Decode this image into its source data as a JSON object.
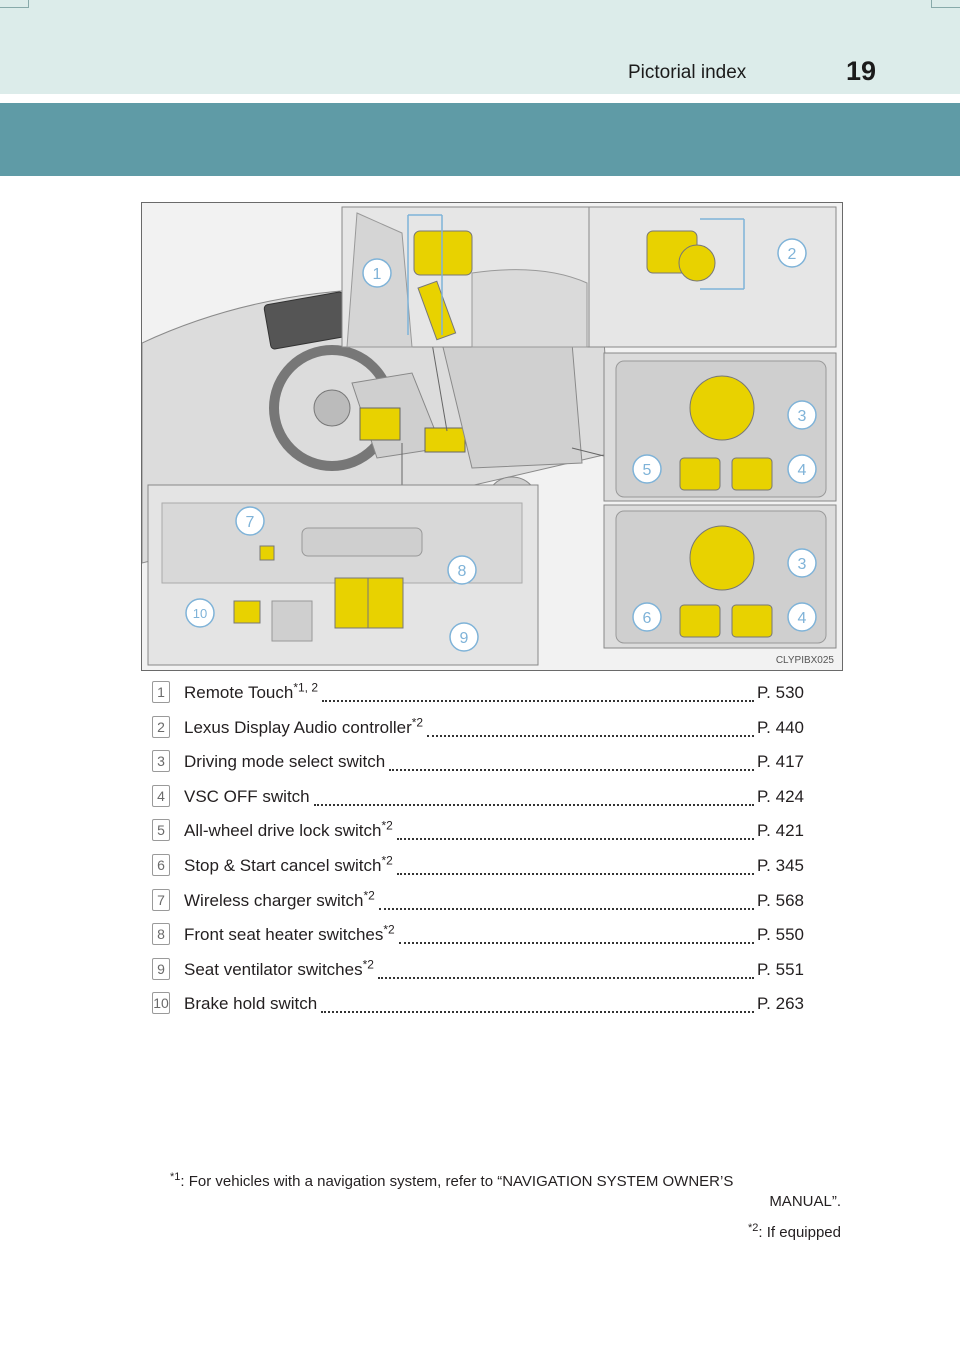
{
  "header": {
    "title": "Pictorial index",
    "page_number": "19"
  },
  "figure": {
    "code": "CLYPIBX025",
    "callouts": [
      "1",
      "2",
      "3",
      "4",
      "5",
      "3",
      "6",
      "4",
      "7",
      "8",
      "10",
      "9"
    ]
  },
  "index_items": [
    {
      "num": "1",
      "label": "Remote Touch",
      "note": "*1, 2",
      "page": "P. 530"
    },
    {
      "num": "2",
      "label": "Lexus Display Audio controller",
      "note": "*2",
      "page": "P. 440"
    },
    {
      "num": "3",
      "label": "Driving mode select switch",
      "note": "",
      "page": "P. 417"
    },
    {
      "num": "4",
      "label": "VSC OFF switch",
      "note": "",
      "page": "P. 424"
    },
    {
      "num": "5",
      "label": "All-wheel drive lock switch",
      "note": "*2",
      "page": "P. 421"
    },
    {
      "num": "6",
      "label": "Stop & Start cancel switch",
      "note": "*2",
      "page": "P. 345"
    },
    {
      "num": "7",
      "label": "Wireless charger switch",
      "note": "*2",
      "page": "P. 568"
    },
    {
      "num": "8",
      "label": "Front seat heater switches",
      "note": "*2",
      "page": "P. 550"
    },
    {
      "num": "9",
      "label": "Seat ventilator switches",
      "note": "*2",
      "page": "P. 551"
    },
    {
      "num": "10",
      "label": "Brake hold switch",
      "note": "",
      "page": "P. 263"
    }
  ],
  "footnotes": {
    "fn1_mark": "*1",
    "fn1_text": ": For vehicles with a navigation system, refer to “NAVIGATION SYSTEM OWNER’S",
    "fn1_cont": "MANUAL”.",
    "fn2_mark": "*2",
    "fn2_text": ": If equipped"
  }
}
